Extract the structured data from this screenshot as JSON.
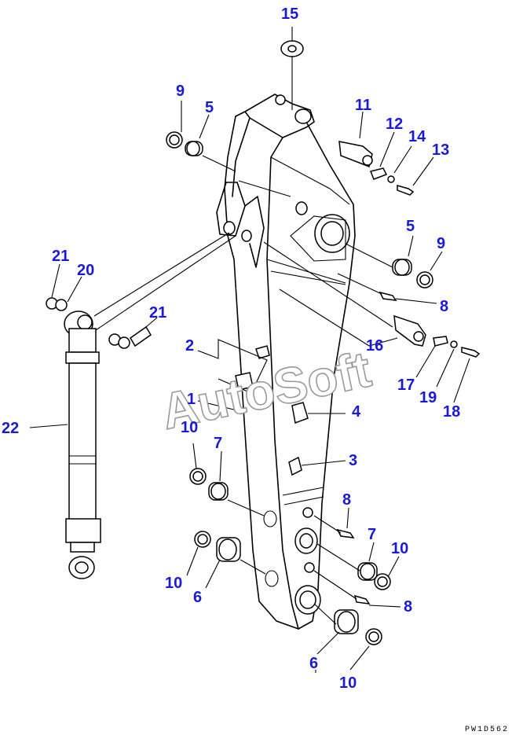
{
  "watermark": "AutoSoft",
  "drawing_code": "PW1D562",
  "callouts": [
    {
      "id": "c15",
      "text": "15"
    },
    {
      "id": "c9a",
      "text": "9"
    },
    {
      "id": "c5a",
      "text": "5"
    },
    {
      "id": "c11",
      "text": "11"
    },
    {
      "id": "c12",
      "text": "12"
    },
    {
      "id": "c14",
      "text": "14"
    },
    {
      "id": "c13",
      "text": "13"
    },
    {
      "id": "c5b",
      "text": "5"
    },
    {
      "id": "c9b",
      "text": "9"
    },
    {
      "id": "c8a",
      "text": "8"
    },
    {
      "id": "c21a",
      "text": "21"
    },
    {
      "id": "c20",
      "text": "20"
    },
    {
      "id": "c21b",
      "text": "21"
    },
    {
      "id": "c2",
      "text": "2"
    },
    {
      "id": "c16",
      "text": "16"
    },
    {
      "id": "c17",
      "text": "17"
    },
    {
      "id": "c19",
      "text": "19"
    },
    {
      "id": "c18",
      "text": "18"
    },
    {
      "id": "c1",
      "text": "1"
    },
    {
      "id": "c4",
      "text": "4"
    },
    {
      "id": "c22",
      "text": "22"
    },
    {
      "id": "c10a",
      "text": "10"
    },
    {
      "id": "c7a",
      "text": "7"
    },
    {
      "id": "c3",
      "text": "3"
    },
    {
      "id": "c8b",
      "text": "8"
    },
    {
      "id": "c7b",
      "text": "7"
    },
    {
      "id": "c10b",
      "text": "10"
    },
    {
      "id": "c10c",
      "text": "10"
    },
    {
      "id": "c6a",
      "text": "6"
    },
    {
      "id": "c8c",
      "text": "8"
    },
    {
      "id": "c6b",
      "text": "6"
    },
    {
      "id": "c10d",
      "text": "10"
    }
  ]
}
